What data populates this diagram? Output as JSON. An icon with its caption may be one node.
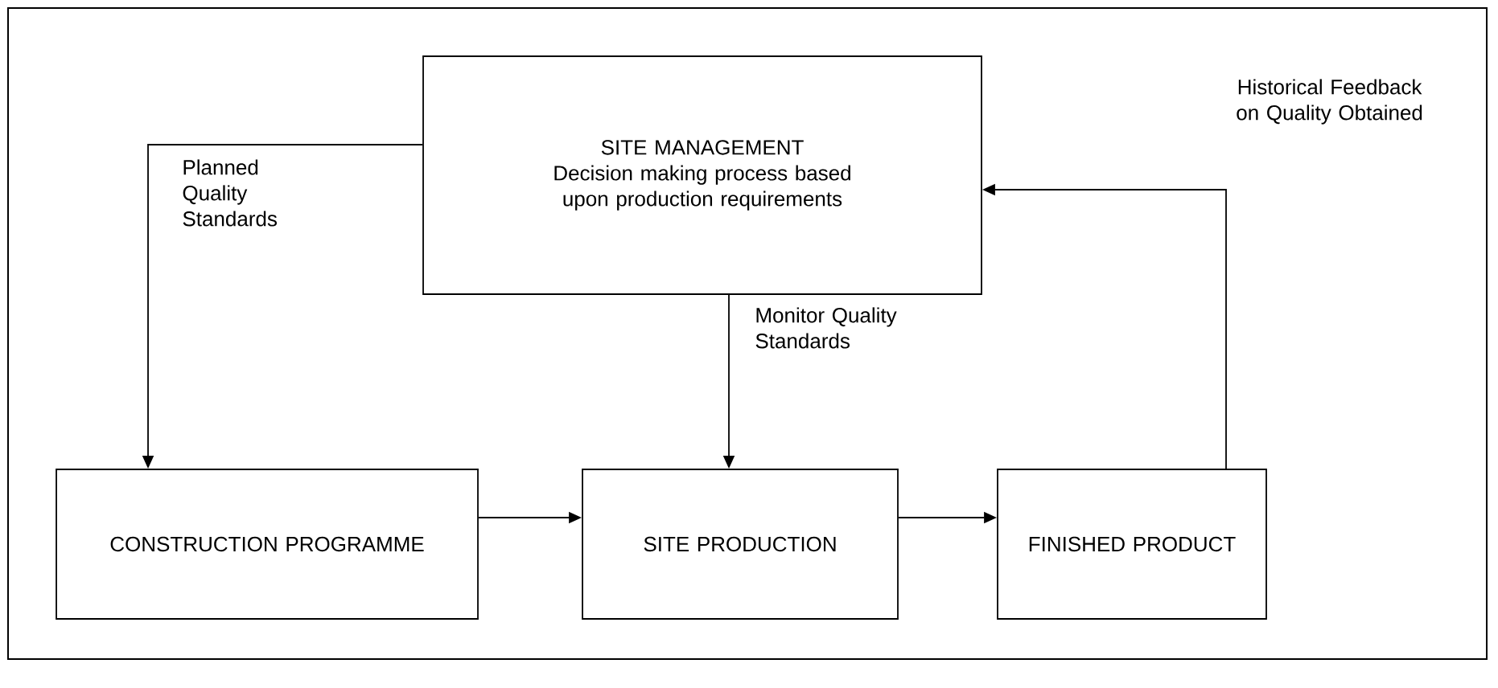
{
  "diagram": {
    "nodes": [
      {
        "text": [
          "SITE MANAGEMENT",
          "Decision making process based upon production requirements"
        ]
      },
      {
        "text": [
          "CONSTRUCTION PROGRAMME"
        ]
      },
      {
        "text": [
          "SITE PRODUCTION"
        ]
      },
      {
        "text": [
          "FINISHED PRODUCT"
        ]
      }
    ],
    "edges": [
      {
        "from": 0,
        "to": 1,
        "arrow": "to",
        "label": "Planned Quality Standards"
      },
      {
        "from": 0,
        "to": 2,
        "arrow": "to",
        "label": "Monitor Quality Standards"
      },
      {
        "from": 1,
        "to": 2,
        "arrow": "to"
      },
      {
        "from": 2,
        "to": 3,
        "arrow": "to"
      },
      {
        "from": 3,
        "to": 0,
        "arrow": "to",
        "label": "Historical Feedback on Quality Obtained"
      }
    ]
  }
}
